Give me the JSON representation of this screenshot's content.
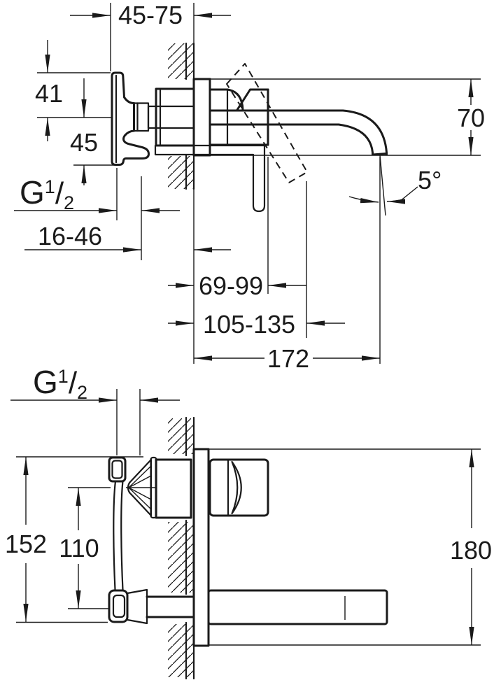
{
  "side_view": {
    "dims": {
      "rough_in_depth": "45-75",
      "upper_offset": "41",
      "lower_offset": "45",
      "spout_drop": "70",
      "wall_finish_range": "16-46",
      "body_projection": "69-99",
      "handle_projection": "105-135",
      "spout_reach": "172",
      "spout_angle": "5°"
    },
    "thread": {
      "letter": "G",
      "sup": "1",
      "slash": "/",
      "sub": "2"
    }
  },
  "front_view": {
    "dims": {
      "bracket_height": "152",
      "port_spacing": "110",
      "overall_height": "180"
    },
    "thread": {
      "letter": "G",
      "sup": "1",
      "slash": "/",
      "sub": "2"
    }
  }
}
